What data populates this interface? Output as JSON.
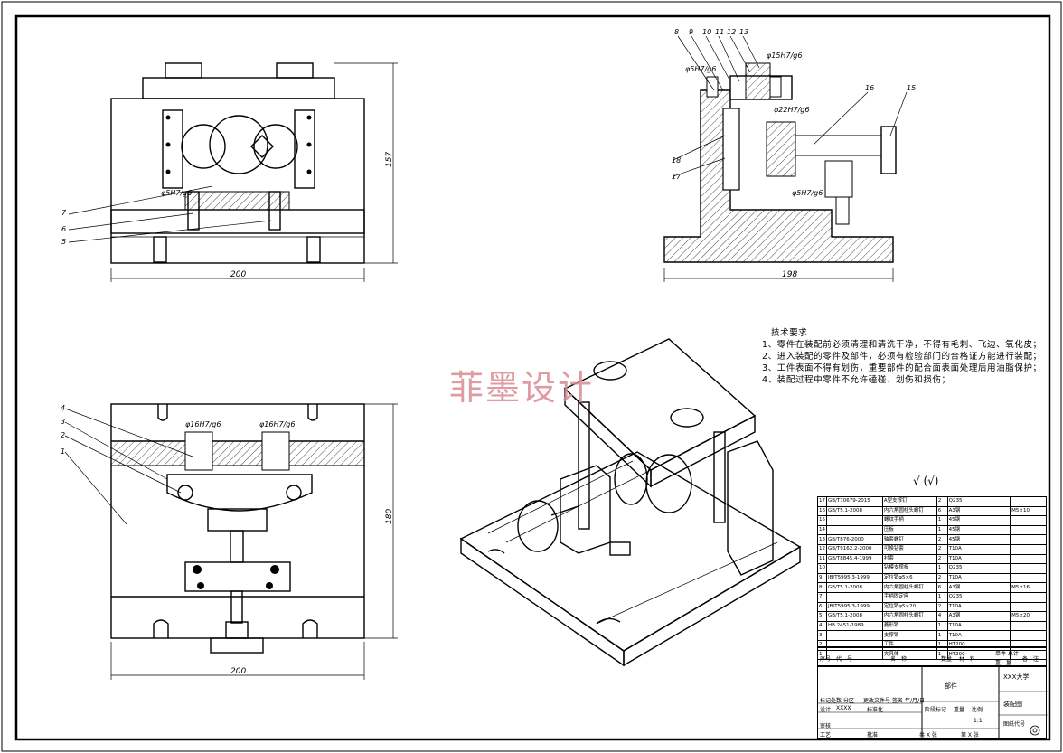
{
  "views": {
    "front": {
      "dims": {
        "width": "200",
        "height": "157",
        "fit": "φ5H7/g6"
      },
      "part_labels": [
        "7",
        "6",
        "5"
      ]
    },
    "side": {
      "dims": {
        "width": "198",
        "fit_top_right": "φ15H7/g6",
        "fit_top_left": "φ5H7/g6",
        "fit_mid": "φ22H7/g6",
        "fit_bottom": "φ5H7/g6"
      },
      "part_labels_top": [
        "8",
        "9",
        "10",
        "11",
        "12",
        "13"
      ],
      "part_labels_right": [
        "16",
        "15"
      ],
      "part_labels_left": [
        "18",
        "17"
      ]
    },
    "top": {
      "dims": {
        "width": "200",
        "height": "180",
        "fit_left": "φ16H7/g6",
        "fit_right": "φ16H7/g6"
      },
      "part_labels": [
        "4",
        "3",
        "2",
        "1"
      ]
    }
  },
  "tech": {
    "heading": "技术要求",
    "items": [
      "1、零件在装配前必须清理和清洗干净，不得有毛刺、飞边、氧化皮；",
      "2、进入装配的零件及部件，必须有检验部门的合格证方能进行装配；",
      "3、工件表面不得有划伤，重要部件的配合面表面处理后用油脂保护；",
      "4、装配过程中零件不允许磕碰、划伤和损伤；"
    ]
  },
  "watermark": "菲墨设计",
  "roughness": "√ (√)",
  "bom": [
    [
      "17",
      "GB/T70679-2015",
      "A型支撑钉",
      "2",
      "Q235",
      ""
    ],
    [
      "16",
      "GB/T5.1-2008",
      "内六角圆柱头螺钉",
      "6",
      "A3钢",
      "M5×10"
    ],
    [
      "15",
      "",
      "螺纹手柄",
      "1",
      "45钢",
      ""
    ],
    [
      "14",
      "",
      "压板",
      "1",
      "45钢",
      ""
    ],
    [
      "13",
      "GB/T876-2000",
      "轴套螺钉",
      "2",
      "45钢",
      ""
    ],
    [
      "12",
      "GB/T9162.2-2000",
      "可换钻套",
      "2",
      "T10A",
      ""
    ],
    [
      "11",
      "GB/T8845.4-1999",
      "衬套",
      "2",
      "T10A",
      ""
    ],
    [
      "10",
      "",
      "钻模支撑板",
      "1",
      "Q235",
      ""
    ],
    [
      "9",
      "JB/T5995.3-1999",
      "定位销φ5×6",
      "2",
      "T10A",
      ""
    ],
    [
      "8",
      "GB/T5.1-2008",
      "内六角圆柱头螺钉",
      "6",
      "A3钢",
      "M5×16"
    ],
    [
      "7",
      "",
      "手柄固定座",
      "1",
      "Q235",
      ""
    ],
    [
      "6",
      "JB/T5995.3-1999",
      "定位销φ5×20",
      "2",
      "T10A",
      ""
    ],
    [
      "5",
      "GB/T5.1-2008",
      "内六角圆柱头螺钉",
      "4",
      "A3钢",
      "M5×20"
    ],
    [
      "4",
      "HB 2451-1989",
      "菱形销",
      "1",
      "T10A",
      ""
    ],
    [
      "3",
      "",
      "支撑销",
      "1",
      "T10A",
      ""
    ],
    [
      "2",
      "",
      "工件",
      "1",
      "HT200",
      ""
    ],
    [
      "1",
      "",
      "夹具体",
      "1",
      "HT200",
      ""
    ]
  ],
  "bom_header": {
    "no": "序号",
    "code": "代　号",
    "name": "名　称",
    "qty": "数量",
    "material": "材　料",
    "weight": "单件 总计",
    "weight2": "重　量",
    "note": "备　注"
  },
  "title_block": {
    "part": "部件",
    "school": "XXX大学",
    "drawing": "装配图",
    "drawing_no": "图纸代号",
    "scale_label": "比例",
    "scale": "1:1",
    "stage": "阶段标记",
    "weight": "重量",
    "sheets_total": "共 X 张",
    "sheet_no": "第 X 张",
    "mark": "标记",
    "count": "处数",
    "zone": "分区",
    "change_no": "更改文件号",
    "sign": "签名",
    "date": "年/月/日",
    "design": "设计",
    "designer": "XXXX",
    "std": "标准化",
    "review": "审核",
    "process": "工艺",
    "approve": "批准"
  }
}
